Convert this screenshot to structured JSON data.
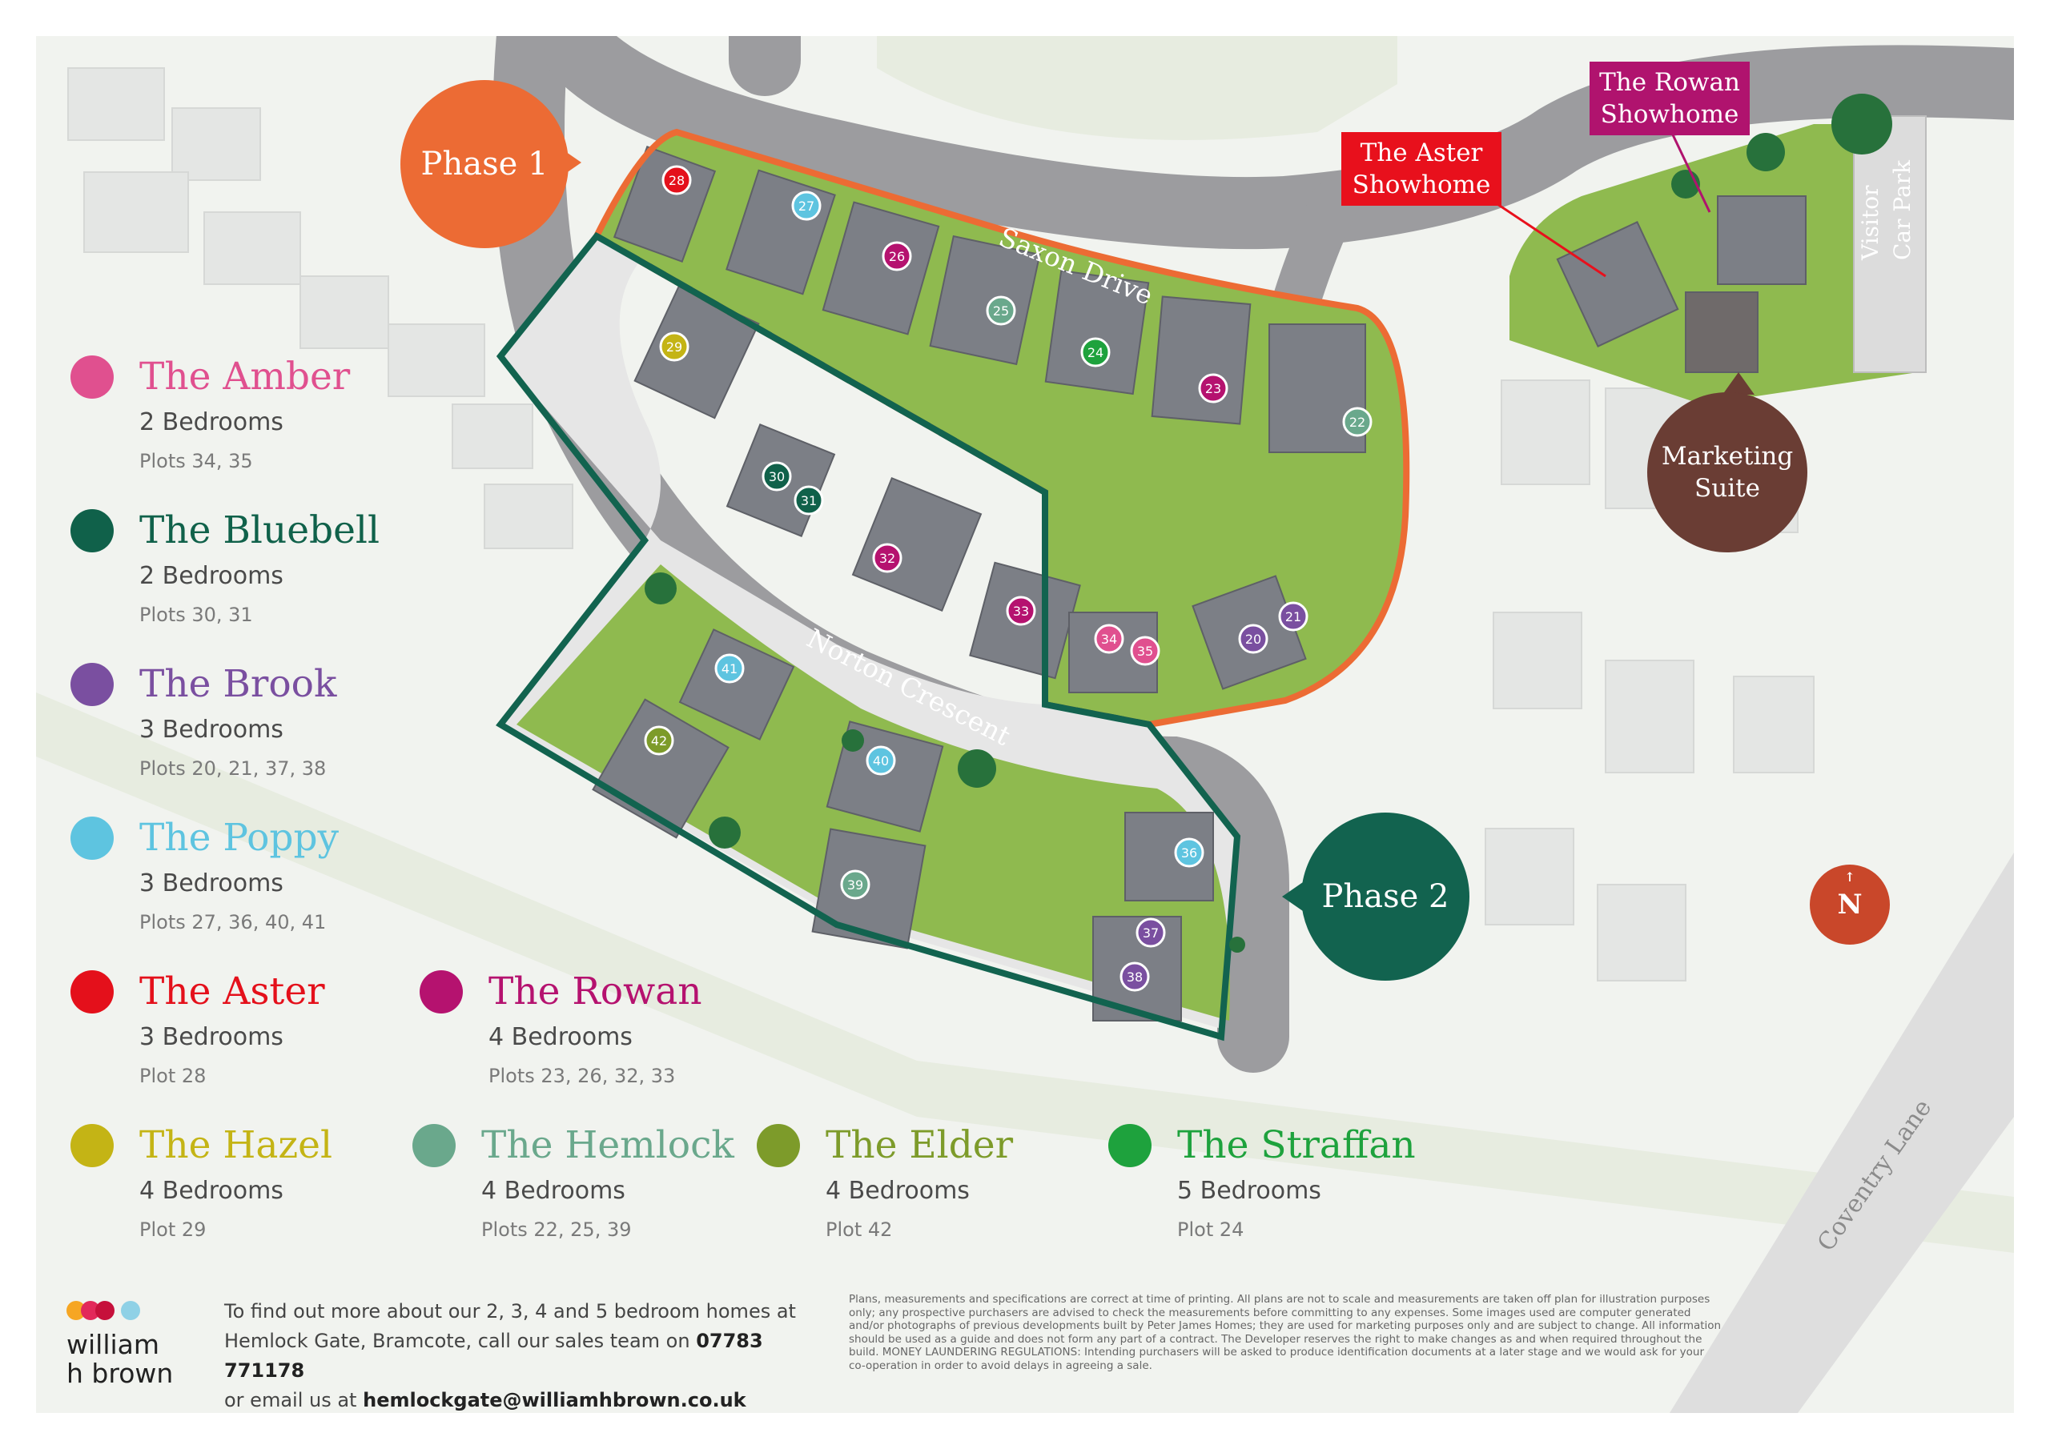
{
  "map": {
    "phase1_label": "Phase 1",
    "phase2_label": "Phase 2",
    "street_saxon": "Saxon Drive",
    "street_norton": "Norton Crescent",
    "street_coventry": "Coventry Lane",
    "visitor_car_park_line1": "Visitor",
    "visitor_car_park_line2": "Car Park",
    "aster_showhome_line1": "The Aster",
    "aster_showhome_line2": "Showhome",
    "rowan_showhome_line1": "The Rowan",
    "rowan_showhome_line2": "Showhome",
    "marketing_suite_line1": "Marketing",
    "marketing_suite_line2": "Suite",
    "north_label": "N",
    "colors": {
      "phase1": "#ec6b34",
      "phase2": "#12634f",
      "aster_box": "#e8101c",
      "rowan_box": "#b0136e",
      "marketing": "#6a3d34",
      "north": "#c9472a",
      "road": "#9c9c9f",
      "grass": "#8fba4f"
    },
    "plots": [
      {
        "n": "28",
        "t": "aster"
      },
      {
        "n": "27",
        "t": "poppy"
      },
      {
        "n": "26",
        "t": "rowan"
      },
      {
        "n": "25",
        "t": "hemlock"
      },
      {
        "n": "24",
        "t": "straffan"
      },
      {
        "n": "23",
        "t": "rowan"
      },
      {
        "n": "22",
        "t": "hemlock"
      },
      {
        "n": "29",
        "t": "hazel"
      },
      {
        "n": "30",
        "t": "bluebell"
      },
      {
        "n": "31",
        "t": "bluebell"
      },
      {
        "n": "32",
        "t": "rowan"
      },
      {
        "n": "33",
        "t": "rowan"
      },
      {
        "n": "34",
        "t": "amber"
      },
      {
        "n": "35",
        "t": "amber"
      },
      {
        "n": "20",
        "t": "brook"
      },
      {
        "n": "21",
        "t": "brook"
      },
      {
        "n": "41",
        "t": "poppy"
      },
      {
        "n": "42",
        "t": "elder"
      },
      {
        "n": "40",
        "t": "poppy"
      },
      {
        "n": "39",
        "t": "hemlock"
      },
      {
        "n": "36",
        "t": "poppy"
      },
      {
        "n": "37",
        "t": "brook"
      },
      {
        "n": "38",
        "t": "brook"
      }
    ]
  },
  "legend": [
    {
      "key": "amber",
      "name": "The Amber",
      "beds": "2 Bedrooms",
      "plots": "Plots 34, 35",
      "color": "#e0508f"
    },
    {
      "key": "bluebell",
      "name": "The Bluebell",
      "beds": "2 Bedrooms",
      "plots": "Plots 30, 31",
      "color": "#10614a"
    },
    {
      "key": "brook",
      "name": "The Brook",
      "beds": "3 Bedrooms",
      "plots": "Plots 20, 21, 37, 38",
      "color": "#7a4fa0"
    },
    {
      "key": "poppy",
      "name": "The Poppy",
      "beds": "3 Bedrooms",
      "plots": "Plots 27, 36, 40, 41",
      "color": "#5ec4e0"
    },
    {
      "key": "aster",
      "name": "The Aster",
      "beds": "3 Bedrooms",
      "plots": "Plot 28",
      "color": "#e4101b"
    },
    {
      "key": "rowan",
      "name": "The Rowan",
      "beds": "4 Bedrooms",
      "plots": "Plots 23, 26, 32, 33",
      "color": "#b5126f"
    },
    {
      "key": "hazel",
      "name": "The Hazel",
      "beds": "4 Bedrooms",
      "plots": "Plot 29",
      "color": "#c4b415"
    },
    {
      "key": "hemlock",
      "name": "The Hemlock",
      "beds": "4 Bedrooms",
      "plots": "Plots 22, 25, 39",
      "color": "#6aa88c"
    },
    {
      "key": "elder",
      "name": "The Elder",
      "beds": "4 Bedrooms",
      "plots": "Plot 42",
      "color": "#7d9b2a"
    },
    {
      "key": "straffan",
      "name": "The Straffan",
      "beds": "5 Bedrooms",
      "plots": "Plot 24",
      "color": "#1ea23d"
    }
  ],
  "footer": {
    "logo_line1": "william",
    "logo_line2": "h brown",
    "logo_dot_colors": [
      "#f6a623",
      "#e2285a",
      "#c6103b",
      "#8fd1e6"
    ],
    "contact_line1": "To find out more about our 2, 3, 4 and 5 bedroom homes at",
    "contact_line2_prefix": "Hemlock Gate, Bramcote, call our sales team on",
    "contact_phone": "07783 771178",
    "contact_line3_prefix": "or email us at",
    "contact_email": "hemlockgate@williamhbrown.co.uk",
    "disclaimer": "Plans, measurements and specifications are correct at time of printing. All plans are not to scale and measurements are taken off plan for illustration purposes only; any prospective purchasers are advised to check the measurements before committing to any expenses. Some images used are computer generated and/or photographs of previous developments built by Peter James Homes; they are used for marketing purposes only and are subject to change. All information should be used as a guide and does not form any part of a contract. The Developer reserves the right to make changes as and when required throughout the build. MONEY LAUNDERING REGULATIONS: Intending purchasers will be asked to produce identification documents at a later stage and we would ask for your co-operation in order to avoid delays in agreeing a sale."
  }
}
